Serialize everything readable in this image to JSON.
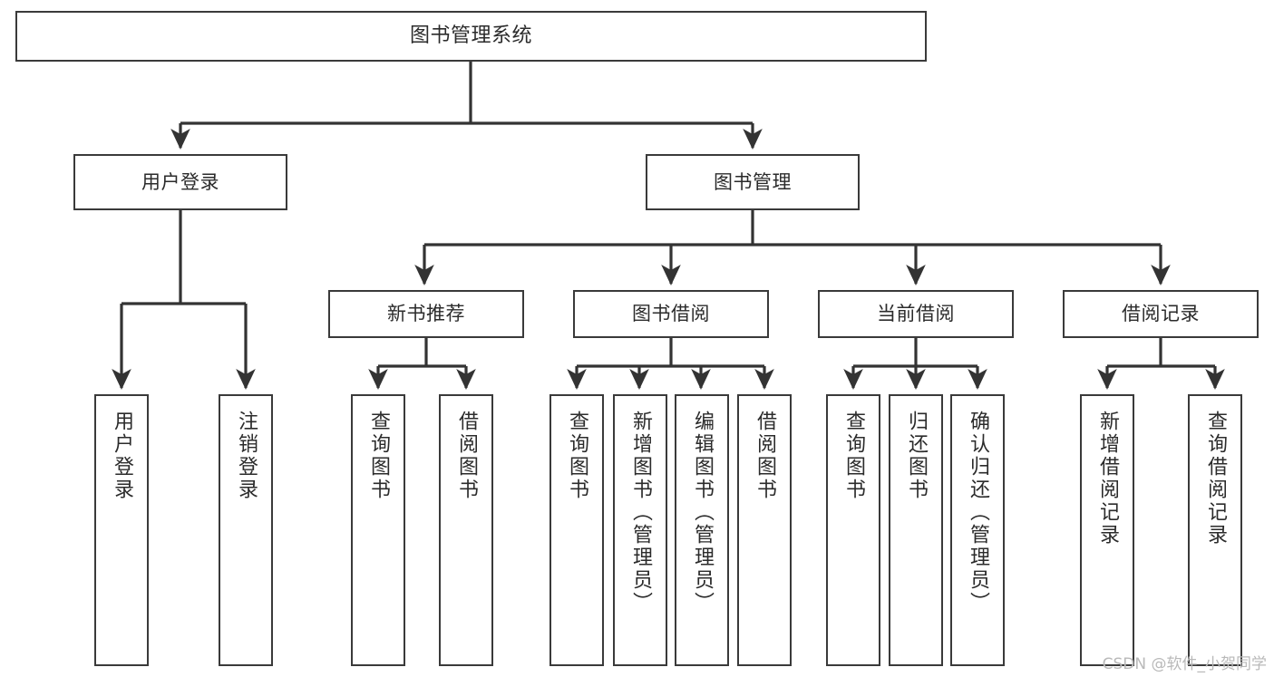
{
  "diagram": {
    "title": "图书管理系统",
    "type": "tree-hierarchy-diagram",
    "watermark": "CSDN @软件_小贺同学",
    "colors": {
      "background": "#ffffff",
      "box_border": "#3a3a3a",
      "edge": "#333333",
      "text": "#2b2b2b",
      "watermark": "#b9b9b9"
    },
    "nodes": {
      "root": {
        "label": "图书管理系统"
      },
      "level2": [
        {
          "label": "用户登录"
        },
        {
          "label": "图书管理"
        }
      ],
      "level3": [
        {
          "label": "新书推荐"
        },
        {
          "label": "图书借阅"
        },
        {
          "label": "当前借阅"
        },
        {
          "label": "借阅记录"
        }
      ],
      "leaves": {
        "user_login": [
          {
            "label": "用户登录"
          },
          {
            "label": "注销登录"
          }
        ],
        "new_book_recommend": [
          {
            "label": "查询图书"
          },
          {
            "label": "借阅图书"
          }
        ],
        "book_borrow": [
          {
            "label": "查询图书"
          },
          {
            "label": "新增图书（管理员）"
          },
          {
            "label": "编辑图书（管理员）"
          },
          {
            "label": "借阅图书"
          }
        ],
        "current_borrow": [
          {
            "label": "查询图书"
          },
          {
            "label": "归还图书"
          },
          {
            "label": "确认归还（管理员）"
          }
        ],
        "borrow_record": [
          {
            "label": "新增借阅记录"
          },
          {
            "label": "查询借阅记录"
          }
        ]
      }
    }
  }
}
